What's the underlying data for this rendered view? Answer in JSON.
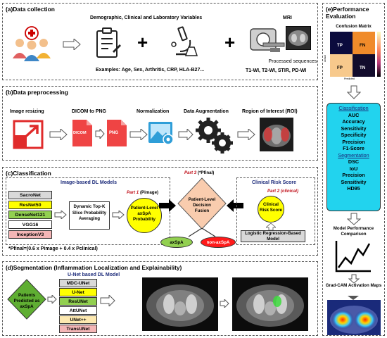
{
  "panel_a": {
    "title": "(a)Data collection",
    "variables_heading": "Demographic, Clinical and Laboratory Variables",
    "examples": "Examples: Age, Sex, Arthritis, CRP, HLA-B27...",
    "mri_heading": "MRI",
    "processed": "Processed sequences",
    "sequences": "T1-WI, T2-WI, STIR, PD-WI"
  },
  "panel_b": {
    "title": "(b)Data preprocessing",
    "steps": [
      "Image resizing",
      "DICOM to PNG",
      "Normalization",
      "Data Augmentation",
      "Region of Interest (ROI)"
    ],
    "dicom_label": "DICOM",
    "png_label": "PNG"
  },
  "panel_c": {
    "title": "(c)Classification",
    "image_models_heading": "Image-based DL Models",
    "models": [
      "SacroNet",
      "ResNet50",
      "DenseNet121",
      "VGG16",
      "InceptionV3"
    ],
    "model_colors": [
      "#d9d9d9",
      "#ffff00",
      "#92d050",
      "#ffffff",
      "#f4b6b6"
    ],
    "slice_box": "Dynamic Top-K Slice Probability Averaging",
    "part1_label": "Part 1",
    "part1_sub": "(Pimage)",
    "patient_prob": "Patient-Level axSpA Probability",
    "part3_label": "Part 3",
    "part3_sub": "(*Pfinal)",
    "fusion": "Patient-Level Decision Fusion",
    "axspa": "axSpA",
    "non_axspa": "non-axSpA",
    "clinical_heading": "Clinical Risk Score",
    "part2_label": "Part 2",
    "part2_sub": "(clinical)",
    "clinical_score": "Clinical Risk Score",
    "logistic": "Logistic Regression-Based Model",
    "formula": "*Pfinal=(0.6 x Pimage + 0.4 x Pclinical)"
  },
  "panel_d": {
    "title": "(d)Segmentation (Inflammation Localization and Explainability)",
    "heading": "U-Net based DL Model",
    "patients": "Patients Predicted as axSpA",
    "models": [
      "MDC-UNet",
      "U-Net",
      "ResUNet",
      "AttUNet",
      "UNet++",
      "TransUNet"
    ],
    "model_colors": [
      "#d9d9d9",
      "#ffff00",
      "#92d050",
      "#ffffff",
      "#fde9b0",
      "#f4b6b6"
    ]
  },
  "panel_e": {
    "title": "(e)Performance Evaluation",
    "cm_title": "Confusion Matrix",
    "cm_cells": [
      "TP",
      "FN",
      "FP",
      "TN"
    ],
    "cm_xlabel": "Predicted",
    "cm_ylabel": "Actual",
    "classification_heading": "Classification",
    "classification_metrics": [
      "AUC",
      "Accuracy",
      "Sensitivity",
      "Specificity",
      "Precision",
      "F1-Score"
    ],
    "segmentation_heading": "Segmentation",
    "segmentation_metrics": [
      "DSC",
      "IoU",
      "Precision",
      "Sensitivity",
      "HD95"
    ],
    "comparison": "Model Performance Comparison",
    "gradcam": "Grad-CAM Activation Maps"
  }
}
